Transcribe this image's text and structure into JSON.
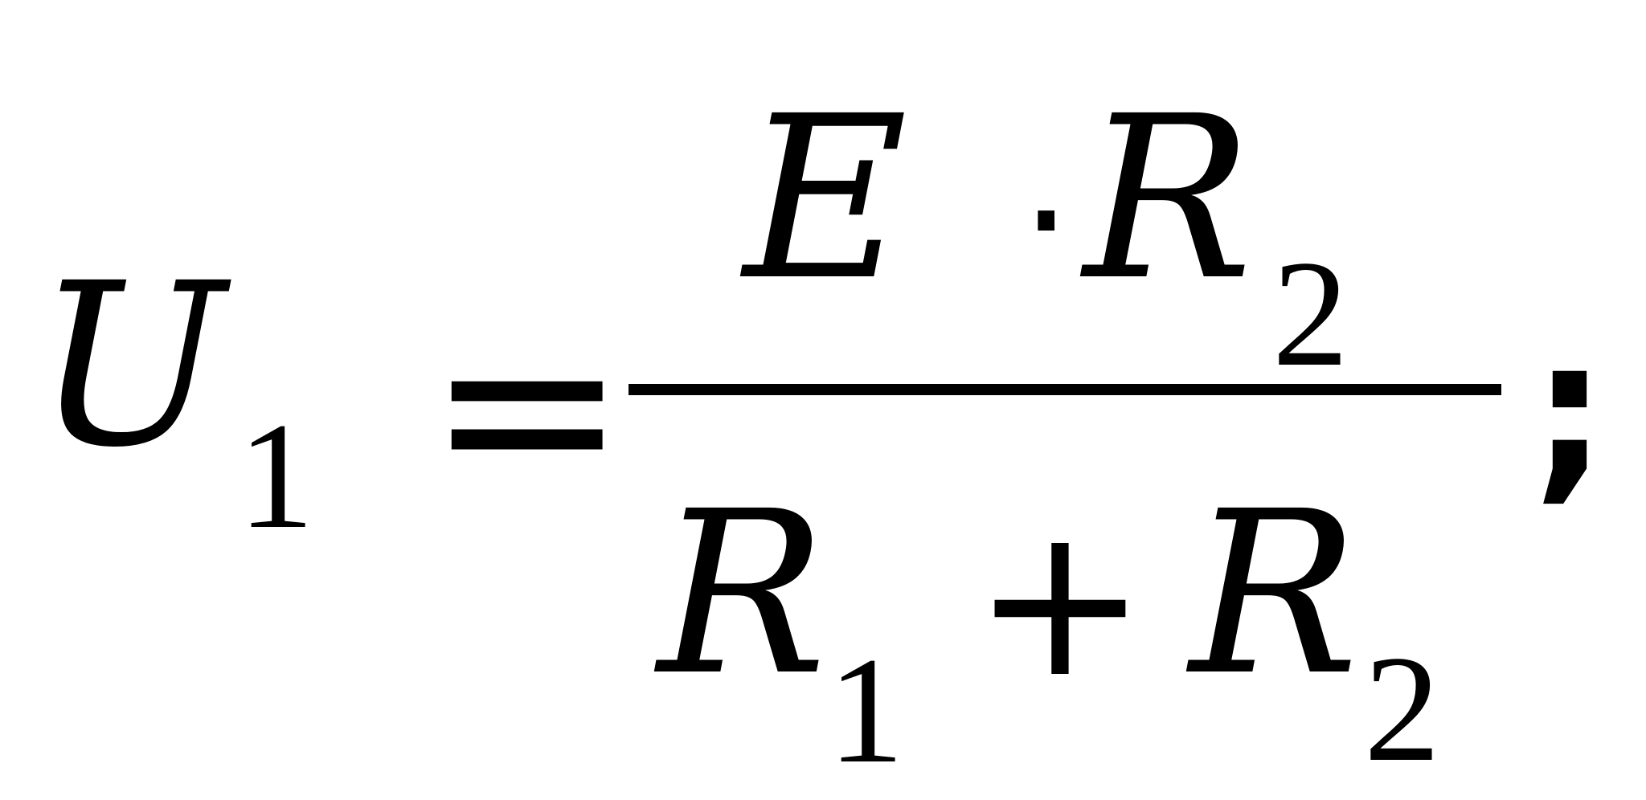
{
  "formula": {
    "lhs": {
      "variable": "U",
      "subscript": "1"
    },
    "equals": "=",
    "numerator": {
      "factor1": "E",
      "dot": "·",
      "factor2": {
        "variable": "R",
        "subscript": "2"
      }
    },
    "denominator": {
      "term1": {
        "variable": "R",
        "subscript": "1"
      },
      "plus": "+",
      "term2": {
        "variable": "R",
        "subscript": "2"
      }
    },
    "terminator": ";"
  }
}
